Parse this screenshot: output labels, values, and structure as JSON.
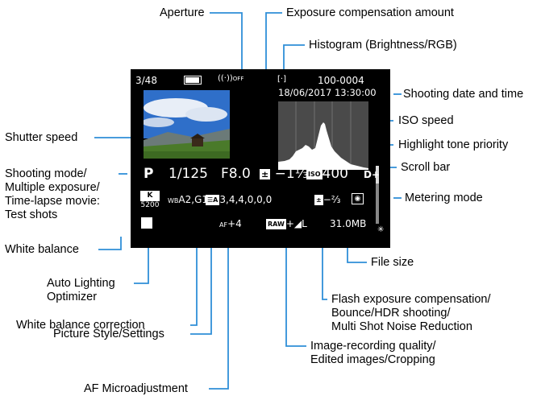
{
  "labels": {
    "aperture": "Aperture",
    "exp_comp": "Exposure compensation amount",
    "histogram": "Histogram (Brightness/RGB)",
    "shoot_date": "Shooting date and time",
    "shutter": "Shutter speed",
    "iso": "ISO speed",
    "highlight": "Highlight tone priority",
    "scroll": "Scroll bar",
    "mode_l1": "Shooting mode/",
    "mode_l2": "Multiple exposure/",
    "mode_l3": "Time-lapse movie:",
    "mode_l4": "Test shots",
    "metering": "Metering mode",
    "wb": "White balance",
    "filesize": "File size",
    "alo_l1": "Auto Lighting",
    "alo_l2": "Optimizer",
    "flash_l1": "Flash exposure compensation/",
    "flash_l2": "Bounce/HDR shooting/",
    "flash_l3": "Multi Shot Noise Reduction",
    "wbcorr": "White balance correction",
    "picstyle": "Picture Style/Settings",
    "quality_l1": "Image-recording quality/",
    "quality_l2": "Edited images/Cropping",
    "afma": "AF Microadjustment"
  },
  "screen": {
    "frame": "3/48",
    "battery": "",
    "wifi": "((·))",
    "wifi_sub": "OFF",
    "af_point": "[·]",
    "folder": "100-0004",
    "datetime": "18/06/2017 13:30:00",
    "mode": "P",
    "shutter": "1/125",
    "aperture": "F8.0",
    "expcomp": "−1⅓",
    "iso_badge": "ISO",
    "iso": "400",
    "dplus": "D+",
    "wb_badge": "K",
    "wb_value": "5200",
    "wb_corr_prefix": "WB",
    "wb_corr": "A2,G1",
    "picstyle_badge": "☰A",
    "picstyle": "3,4,4,0,0,0",
    "flash_comp": "−⅔",
    "af_micro_prefix": "AF",
    "af_micro": "+4",
    "raw_badge": "RAW",
    "quality_suffix": "+◢L",
    "filesize": "31.0MB"
  },
  "colors": {
    "screen_bg": "#000000",
    "sky": "#2f6fc9",
    "grass": "#4a7a2a",
    "histogram_bg": "#4a4a4a",
    "histogram_fill": "#ffffff"
  }
}
